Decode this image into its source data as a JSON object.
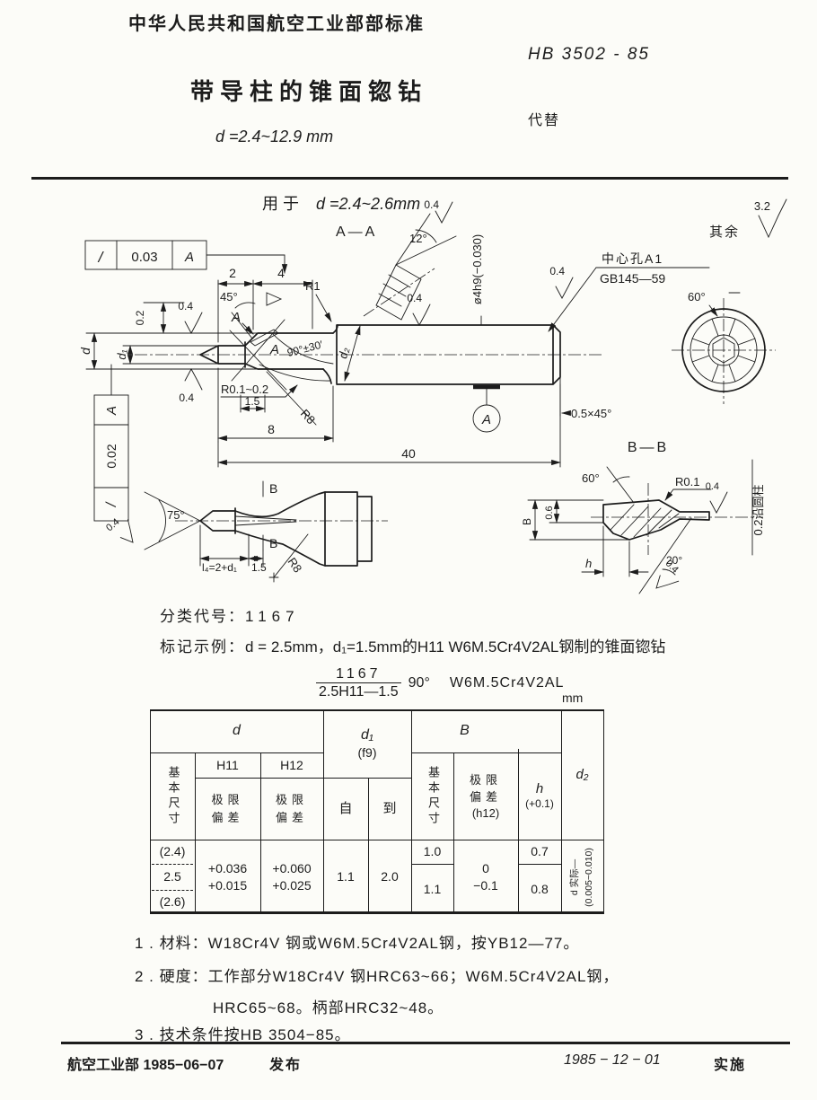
{
  "header": {
    "standard_org": "中华人民共和国航空工业部部标准",
    "standard_no": "HB 3502 - 85",
    "title": "带导柱的锥面锪钻",
    "replaces": "代替",
    "range": "d =2.4~12.9 mm"
  },
  "drawing": {
    "labels": {
      "for_label": "用于",
      "for_range": "d =2.4~2.6mm",
      "section_aa": "A—A",
      "deg12": "12°",
      "finish04": "0.4",
      "rest": "其余",
      "finish32": "3.2",
      "shank_dia": "ø4h9(−0.030)",
      "center_hole_line1": "中心孔A1",
      "center_hole_line2": "GB145—59",
      "deg60": "60°",
      "fcf_slash": "/",
      "fcf1_value": "0.03",
      "fcf2_value": "0.02",
      "datum_a": "A",
      "dim_2": "2",
      "dim_4": "4",
      "deg45": "45°",
      "radius_r1": "R1",
      "angle_90_30": "90°±30′",
      "dim_0_2": "0.2",
      "d_label": "d",
      "d1_label": "d₁",
      "d2_label": "d₂",
      "radius_r01_02": "R0.1~0.2",
      "dim_1_5": "1.5",
      "radius_r8": "R8",
      "dim_8": "8",
      "dim_40": "40",
      "chamfer": "0.5×45°",
      "section_b": "B",
      "deg75": "75°",
      "l4_formula": "l₄=2+d₁",
      "section_bb": "B—B",
      "radius_r01": "R0.1",
      "along_cylinder": "0.2沿圆柱",
      "dim_0_6": "0.6",
      "h_label": "h",
      "deg20": "20°"
    }
  },
  "classification": {
    "label": "分类代号：",
    "code": "1167"
  },
  "designation": {
    "label": "标记示例：",
    "text": "d = 2.5mm，d₁=1.5mm的H11  W6M.5Cr4V2AL钢制的锥面锪钻",
    "fraction_top": "1167",
    "fraction_bottom": "2.5H11—1.5",
    "angle": "90°",
    "material": "W6M.5Cr4V2AL"
  },
  "table": {
    "unit": "mm",
    "headers": {
      "d": "d",
      "basic_size": "基本尺寸",
      "h11": "H11",
      "h12": "H12",
      "limit_dev": "极限偏差",
      "d1": "d₁",
      "f9": "(f9)",
      "from": "自",
      "to": "到",
      "b": "B",
      "b_limit_dev": "极限偏差",
      "b_h12": "(h12)",
      "h": "h",
      "h_tol": "(+0.1)",
      "d2": "d₂"
    },
    "rows": {
      "d_sizes": [
        "(2.4)",
        "2.5",
        "(2.6)"
      ],
      "h11_dev": [
        "+0.036",
        "+0.015"
      ],
      "h12_dev": [
        "+0.060",
        "+0.025"
      ],
      "d1_from": "1.1",
      "d1_to": "2.0",
      "b_basic": [
        "1.0",
        "1.1"
      ],
      "b_dev": [
        "0",
        "−0.1"
      ],
      "h_values": [
        "0.7",
        "0.8"
      ],
      "d2_line1": "d 实际—",
      "d2_line2": "(0.005~0.010)"
    }
  },
  "notes": {
    "n1": "1 . 材料：W18Cr4V 钢或W6M.5Cr4V2AL钢，按YB12—77。",
    "n2": "2 . 硬度：工作部分W18Cr4V 钢HRC63~66；W6M.5Cr4V2AL钢，",
    "n2b": "HRC65~68。柄部HRC32~48。",
    "n3": "3 . 技术条件按HB 3504−85。"
  },
  "footer": {
    "issuer": "航空工业部  1985−06−07",
    "issued": "发布",
    "effective_date": "1985 − 12 − 01",
    "effective": "实施"
  }
}
